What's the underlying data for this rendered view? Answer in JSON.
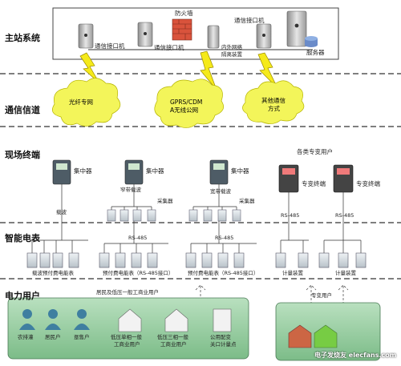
{
  "layers": {
    "master": "主站系统",
    "channel": "通信信道",
    "terminal": "现场终端",
    "meter": "智能电表",
    "user": "电力用户"
  },
  "master": {
    "comm1": "通信接口机",
    "comm2": "通信接口机",
    "comm3": "通信接口机",
    "firewall": "防火墙",
    "isolation1": "内外网络",
    "isolation2": "隔离装置",
    "server": "服务器"
  },
  "channel": {
    "fiber": "光纤专网",
    "gprs1": "GPRS/CDM",
    "gprs2": "A无线公网",
    "other1": "其他通信",
    "other2": "方式"
  },
  "terminal": {
    "conc1": "集中器",
    "conc2": "集中器",
    "conc3": "集中器",
    "carrier": "载波",
    "narrow": "窄带载波",
    "broad": "宽带载波",
    "collector1": "采集器",
    "collector2": "采集器",
    "rs485a": "RS-485",
    "rs485b": "RS-485",
    "special_users": "各类专变用户",
    "st1": "专变终端",
    "st2": "专变终端",
    "rs485c": "RS-485",
    "rs485d": "RS-485"
  },
  "meters": {
    "g1": "载波预付费电能表",
    "g2": "预付费电能表（RS-485接口）",
    "g3": "预付费电能表（RS-485接口）",
    "g4": "计量装置",
    "g5": "计量装置"
  },
  "users": {
    "group_label": "居民及低压一般工商业用户",
    "special_label": "专变用户",
    "u1": "农排灌",
    "u2": "居民户",
    "u3": "趸售户",
    "u4a": "低压单相一般",
    "u4b": "工商业用户",
    "u5a": "低压三相一般",
    "u5b": "工商业用户",
    "u6a": "公用配变",
    "u6b": "关口计量点"
  },
  "watermark": "电子发烧友 elecfans.com",
  "colors": {
    "bolt": "#f5ea1a",
    "cloud": "#f3f55a",
    "user_panel": "#8fc79a",
    "dash": "#333333"
  }
}
